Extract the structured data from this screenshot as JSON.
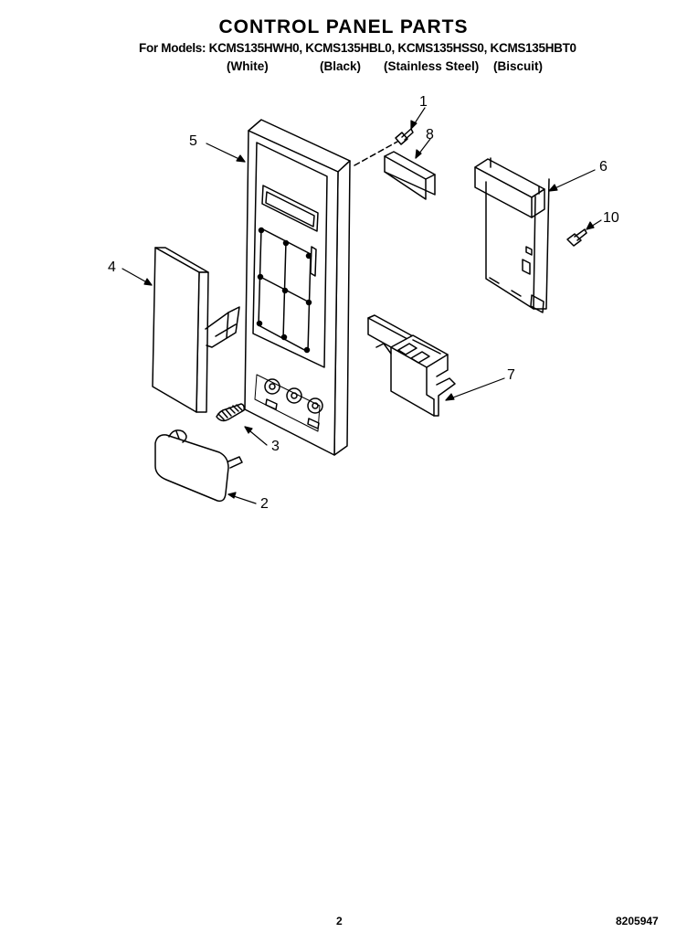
{
  "header": {
    "title": "CONTROL PANEL PARTS",
    "models_line": "For Models: KCMS135HWH0, KCMS135HBL0, KCMS135HSS0, KCMS135HBT0",
    "variants": [
      "(White)",
      "(Black)",
      "(Stainless Steel)",
      "(Biscuit)"
    ]
  },
  "callouts": {
    "c1": "1",
    "c2": "2",
    "c3": "3",
    "c4": "4",
    "c5": "5",
    "c6": "6",
    "c7": "7",
    "c8": "8",
    "c10": "10"
  },
  "footer": {
    "page_number": "2",
    "document_number": "8205947"
  }
}
